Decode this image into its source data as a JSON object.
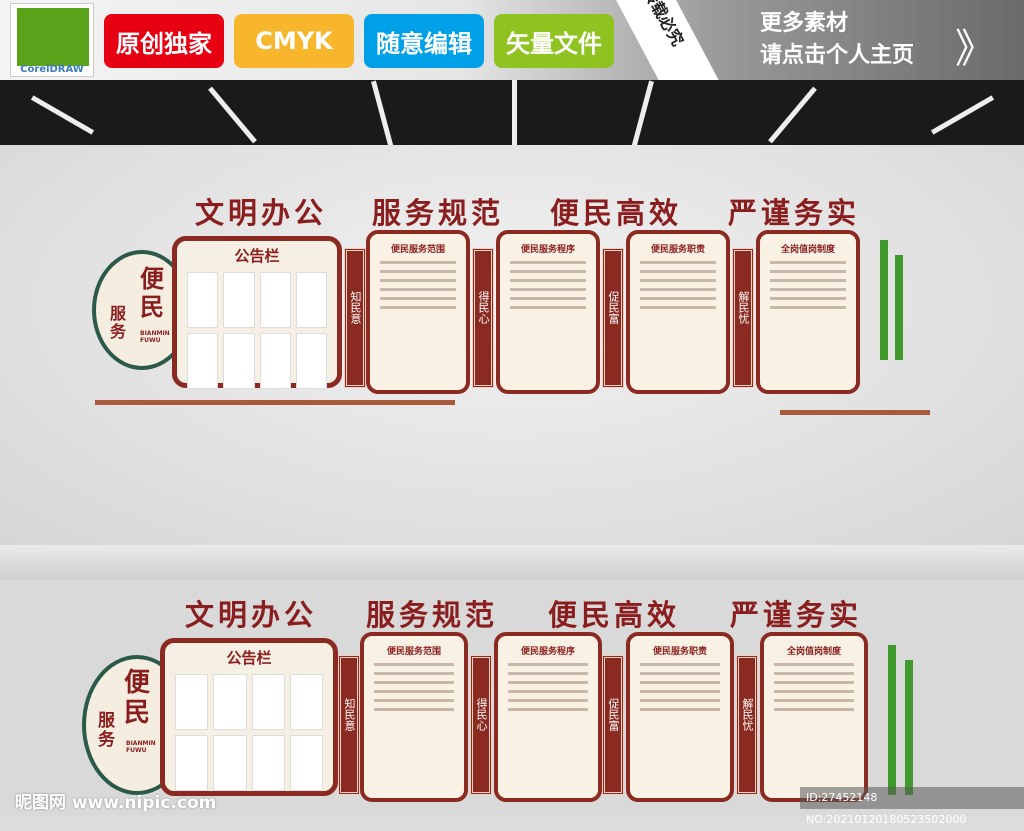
{
  "banner": {
    "logo_text": "CorelDRAW",
    "tags": [
      {
        "label": "原创独家",
        "color": "#e60012"
      },
      {
        "label": "CMYK",
        "color": "#f8b62d"
      },
      {
        "label": "随意编辑",
        "color": "#00a0e9"
      },
      {
        "label": "矢量文件",
        "color": "#8fc31f"
      }
    ],
    "stripe_text": "转载必究",
    "more_line1": "更多素材",
    "more_line2": "请点击个人主页",
    "chevron": "》"
  },
  "design": {
    "slogans": [
      "文明办公",
      "服务规范",
      "便民高效",
      "严谨务实"
    ],
    "emblem_big": "便民",
    "emblem_small": "服务",
    "emblem_pinyin": "BIANMIN FUWU",
    "notice_title": "公告栏",
    "posts": [
      "知民意",
      "得民心",
      "促民富",
      "解民忧"
    ],
    "boards": [
      "便民服务范围",
      "便民服务程序",
      "便民服务职责",
      "全岗值岗制度"
    ]
  },
  "watermark": {
    "site": "昵图网 www.nipic.com",
    "id": "ID:27452148 NO:20210120180523502000"
  }
}
